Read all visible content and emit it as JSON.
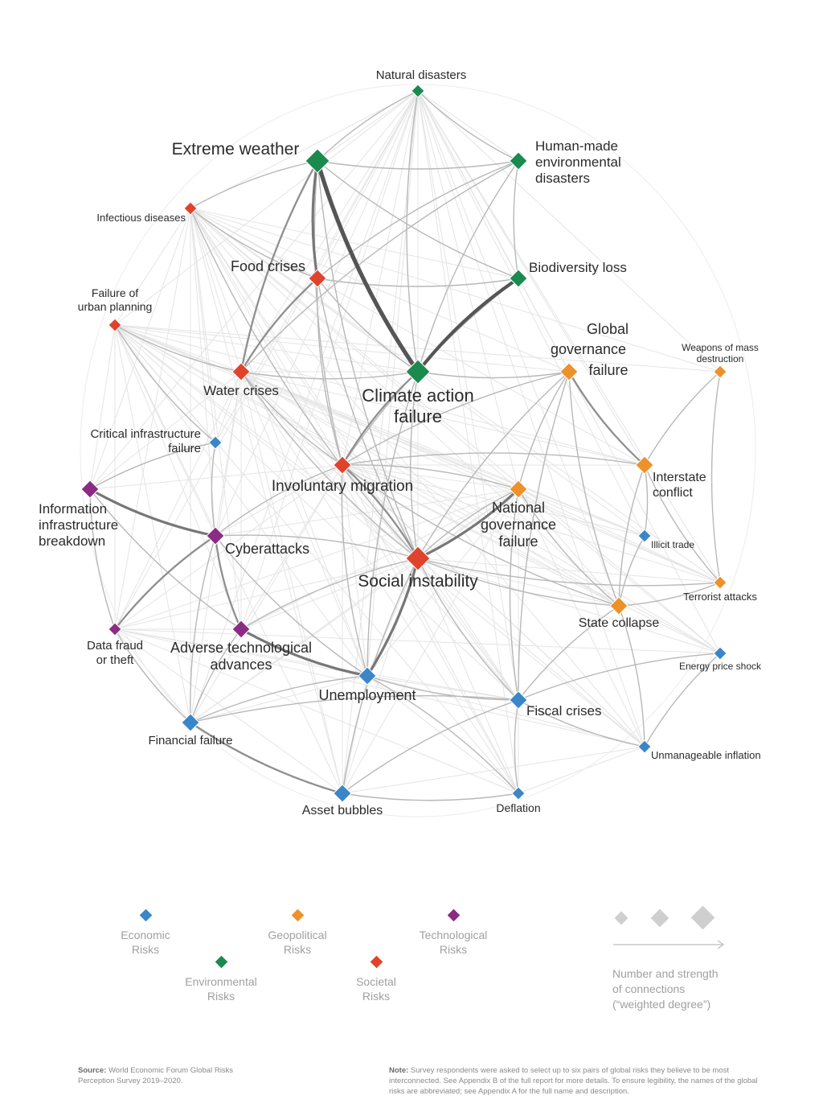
{
  "colors": {
    "economic": "#3a86c8",
    "environmental": "#1b8a4f",
    "geopolitical": "#ee9128",
    "societal": "#e0432c",
    "technological": "#8b2c84",
    "edge": "#9a9a9a",
    "degree_gray": "#cfcfcf"
  },
  "nodes": [
    {
      "id": "natural",
      "label": [
        "Natural disasters"
      ],
      "cat": "environmental",
      "size": 1
    },
    {
      "id": "extreme",
      "label": [
        "Extreme weather"
      ],
      "cat": "environmental",
      "size": 3
    },
    {
      "id": "human",
      "label": [
        "Human-made",
        "environmental",
        "disasters"
      ],
      "cat": "environmental",
      "size": 2
    },
    {
      "id": "infectious",
      "label": [
        "Infectious diseases"
      ],
      "cat": "societal",
      "size": 1
    },
    {
      "id": "food",
      "label": [
        "Food crises"
      ],
      "cat": "societal",
      "size": 2
    },
    {
      "id": "biodiv",
      "label": [
        "Biodiversity loss"
      ],
      "cat": "environmental",
      "size": 2
    },
    {
      "id": "urban",
      "label": [
        "Failure of",
        "urban planning"
      ],
      "cat": "societal",
      "size": 1
    },
    {
      "id": "globalgov",
      "label": [
        "Global",
        "governance",
        "failure"
      ],
      "cat": "geopolitical",
      "size": 2
    },
    {
      "id": "wmd",
      "label": [
        "Weapons of mass",
        "destruction"
      ],
      "cat": "geopolitical",
      "size": 1
    },
    {
      "id": "water",
      "label": [
        "Water crises"
      ],
      "cat": "societal",
      "size": 2
    },
    {
      "id": "climate",
      "label": [
        "Climate action",
        "failure"
      ],
      "cat": "environmental",
      "size": 3
    },
    {
      "id": "critical",
      "label": [
        "Critical infrastructure",
        "failure"
      ],
      "cat": "economic",
      "size": 1
    },
    {
      "id": "migration",
      "label": [
        "Involuntary migration"
      ],
      "cat": "societal",
      "size": 2
    },
    {
      "id": "interstate",
      "label": [
        "Interstate",
        "conflict"
      ],
      "cat": "geopolitical",
      "size": 2
    },
    {
      "id": "info",
      "label": [
        "Information",
        "infrastructure",
        "breakdown"
      ],
      "cat": "technological",
      "size": 2
    },
    {
      "id": "national",
      "label": [
        "National",
        "governance",
        "failure"
      ],
      "cat": "geopolitical",
      "size": 2
    },
    {
      "id": "illicit",
      "label": [
        "Illicit trade"
      ],
      "cat": "economic",
      "size": 1
    },
    {
      "id": "cyber",
      "label": [
        "Cyberattacks"
      ],
      "cat": "technological",
      "size": 2
    },
    {
      "id": "social",
      "label": [
        "Social instability"
      ],
      "cat": "societal",
      "size": 3
    },
    {
      "id": "terrorist",
      "label": [
        "Terrorist attacks"
      ],
      "cat": "geopolitical",
      "size": 1
    },
    {
      "id": "state",
      "label": [
        "State collapse"
      ],
      "cat": "geopolitical",
      "size": 2
    },
    {
      "id": "datafraud",
      "label": [
        "Data fraud",
        "or theft"
      ],
      "cat": "technological",
      "size": 1
    },
    {
      "id": "adverse",
      "label": [
        "Adverse technological",
        "advances"
      ],
      "cat": "technological",
      "size": 2
    },
    {
      "id": "energy",
      "label": [
        "Energy price shock"
      ],
      "cat": "economic",
      "size": 1
    },
    {
      "id": "unemployment",
      "label": [
        "Unemployment"
      ],
      "cat": "economic",
      "size": 2
    },
    {
      "id": "fiscal",
      "label": [
        "Fiscal crises"
      ],
      "cat": "economic",
      "size": 2
    },
    {
      "id": "financial",
      "label": [
        "Financial failure"
      ],
      "cat": "economic",
      "size": 2
    },
    {
      "id": "inflation",
      "label": [
        "Unmanageable inflation"
      ],
      "cat": "economic",
      "size": 1
    },
    {
      "id": "asset",
      "label": [
        "Asset bubbles"
      ],
      "cat": "economic",
      "size": 2
    },
    {
      "id": "deflation",
      "label": [
        "Deflation"
      ],
      "cat": "economic",
      "size": 1
    }
  ],
  "edges": [
    [
      "extreme",
      "climate",
      5
    ],
    [
      "biodiv",
      "climate",
      4
    ],
    [
      "extreme",
      "food",
      3
    ],
    [
      "extreme",
      "water",
      2
    ],
    [
      "social",
      "migration",
      2
    ],
    [
      "info",
      "cyber",
      3
    ],
    [
      "cyber",
      "datafraud",
      2
    ],
    [
      "cyber",
      "adverse",
      2
    ],
    [
      "adverse",
      "unemployment",
      3
    ],
    [
      "unemployment",
      "social",
      3
    ],
    [
      "social",
      "national",
      3
    ],
    [
      "globalgov",
      "interstate",
      2
    ],
    [
      "financial",
      "asset",
      2
    ],
    [
      "food",
      "water",
      2
    ],
    [
      "climate",
      "migration",
      2
    ],
    [
      "natural",
      "extreme",
      1
    ],
    [
      "natural",
      "human",
      1
    ],
    [
      "natural",
      "climate",
      1
    ],
    [
      "extreme",
      "human",
      1
    ],
    [
      "human",
      "biodiv",
      1
    ],
    [
      "human",
      "climate",
      1
    ],
    [
      "human",
      "food",
      1
    ],
    [
      "extreme",
      "biodiv",
      1
    ],
    [
      "extreme",
      "migration",
      1
    ],
    [
      "extreme",
      "infectious",
      1
    ],
    [
      "food",
      "climate",
      1
    ],
    [
      "food",
      "biodiv",
      1
    ],
    [
      "food",
      "migration",
      1
    ],
    [
      "water",
      "climate",
      1
    ],
    [
      "water",
      "migration",
      1
    ],
    [
      "water",
      "social",
      1
    ],
    [
      "urban",
      "water",
      1
    ],
    [
      "urban",
      "critical",
      1
    ],
    [
      "infectious",
      "food",
      1
    ],
    [
      "infectious",
      "social",
      1
    ],
    [
      "climate",
      "globalgov",
      1
    ],
    [
      "climate",
      "social",
      1
    ],
    [
      "globalgov",
      "national",
      1
    ],
    [
      "globalgov",
      "social",
      1
    ],
    [
      "globalgov",
      "state",
      1
    ],
    [
      "globalgov",
      "migration",
      1
    ],
    [
      "wmd",
      "interstate",
      1
    ],
    [
      "wmd",
      "terrorist",
      1
    ],
    [
      "interstate",
      "state",
      1
    ],
    [
      "interstate",
      "migration",
      1
    ],
    [
      "interstate",
      "terrorist",
      1
    ],
    [
      "national",
      "state",
      1
    ],
    [
      "national",
      "social",
      1
    ],
    [
      "national",
      "fiscal",
      1
    ],
    [
      "migration",
      "unemployment",
      1
    ],
    [
      "migration",
      "cyber",
      1
    ],
    [
      "social",
      "state",
      1
    ],
    [
      "social",
      "fiscal",
      1
    ],
    [
      "social",
      "terrorist",
      1
    ],
    [
      "social",
      "cyber",
      1
    ],
    [
      "social",
      "adverse",
      1
    ],
    [
      "critical",
      "cyber",
      1
    ],
    [
      "critical",
      "info",
      1
    ],
    [
      "info",
      "datafraud",
      1
    ],
    [
      "info",
      "adverse",
      1
    ],
    [
      "cyber",
      "financial",
      1
    ],
    [
      "unemployment",
      "fiscal",
      1
    ],
    [
      "unemployment",
      "financial",
      1
    ],
    [
      "fiscal",
      "asset",
      1
    ],
    [
      "fiscal",
      "deflation",
      1
    ],
    [
      "fiscal",
      "financial",
      1
    ],
    [
      "fiscal",
      "inflation",
      1
    ],
    [
      "asset",
      "deflation",
      1
    ],
    [
      "energy",
      "inflation",
      1
    ],
    [
      "energy",
      "fiscal",
      1
    ],
    [
      "illicit",
      "state",
      1
    ],
    [
      "illicit",
      "interstate",
      1
    ],
    [
      "state",
      "terrorist",
      1
    ],
    [
      "datafraud",
      "financial",
      1
    ],
    [
      "adverse",
      "financial",
      1
    ],
    [
      "migration",
      "state",
      1
    ],
    [
      "climate",
      "unemployment",
      1
    ],
    [
      "biodiv",
      "migration",
      1
    ],
    [
      "human",
      "water",
      1
    ],
    [
      "extreme",
      "social",
      1
    ],
    [
      "food",
      "social",
      1
    ],
    [
      "globalgov",
      "fiscal",
      1
    ],
    [
      "national",
      "migration",
      1
    ],
    [
      "cyber",
      "unemployment",
      1
    ],
    [
      "social",
      "asset",
      1
    ],
    [
      "state",
      "fiscal",
      1
    ],
    [
      "inflation",
      "state",
      1
    ],
    [
      "deflation",
      "unemployment",
      1
    ]
  ],
  "legend": {
    "categories": [
      {
        "key": "economic",
        "label": [
          "Economic",
          "Risks"
        ]
      },
      {
        "key": "geopolitical",
        "label": [
          "Geopolitical",
          "Risks"
        ]
      },
      {
        "key": "technological",
        "label": [
          "Technological",
          "Risks"
        ]
      },
      {
        "key": "environmental",
        "label": [
          "Environmental",
          "Risks"
        ]
      },
      {
        "key": "societal",
        "label": [
          "Societal",
          "Risks"
        ]
      }
    ],
    "degree_text": [
      "Number and strength",
      "of connections",
      "(“weighted degree”)"
    ]
  },
  "footer": {
    "source_label": "Source:",
    "source_text": "World Economic Forum Global Risks Perception Survey 2019–2020.",
    "note_label": "Note:",
    "note_text": "Survey respondents were asked to select up to six pairs of global risks they believe to be most interconnected. See Appendix B of the full report for more details. To ensure legibility, the names of the global risks are abbreviated; see Appendix A for the full name and description."
  }
}
